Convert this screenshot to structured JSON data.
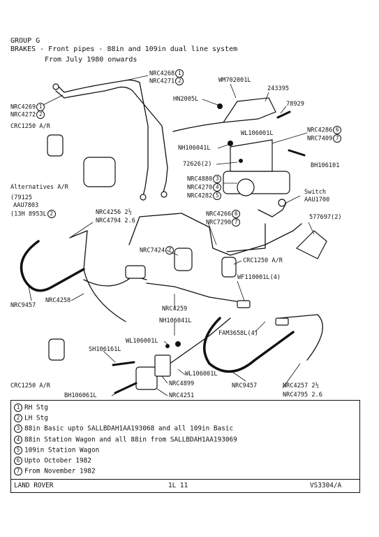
{
  "header": {
    "group": "GROUP G",
    "title": "BRAKES - Front pipes - 88in and 109in dual line system",
    "subtitle": "From July 1980 onwards"
  },
  "callouts": {
    "nrc4268": "NRC4268",
    "nrc4271": "NRC4271",
    "wm702001l": "WM702001L",
    "p243395": "243395",
    "hn2005l": "HN2005L",
    "p78929": "78929",
    "nrc4269": "NRC4269",
    "nrc4272": "NRC4272",
    "crc1250_top": "CRC1250 A/R",
    "wl106001l_top": "WL106001L",
    "nrc4286": "NRC4286",
    "nrc7409": "NRC7409",
    "nh106041l_top": "NH106041L",
    "p72626": "72626(2)",
    "bh106101": "BH106101",
    "nrc4880": "NRC4880",
    "nrc4270": "NRC4270",
    "nrc4282": "NRC4282",
    "switch": "Switch",
    "aau1700": "AAU1700",
    "alternatives": "Alternatives A/R",
    "p79125": "(79125",
    "aau7803": "AAU7803",
    "p13h": "(13H 8953L",
    "nrc4256": "NRC4256 2½",
    "nrc4794": "NRC4794 2.6",
    "nrc4266": "NRC4266",
    "nrc7290": "NRC7290",
    "p577697": "577697(2)",
    "nrc7424": "NRC7424",
    "crc1250_mid": "CRC1250 A/R",
    "wf110001l": "WF110001L(4)",
    "nrc9457_left": "NRC9457",
    "nrc4258": "NRC4258",
    "nrc4259": "NRC4259",
    "nh106041l_bot": "NH106041L",
    "wl106001l_bot": "WL106001L",
    "fam3658l": "FAM3658L(4)",
    "sh106161l": "SH106161L",
    "wl106001l_bot2": "WL106001L",
    "nrc4899": "NRC4899",
    "crc1250_bot": "CRC1250 A/R",
    "nrc9457_right": "NRC9457",
    "nrc4257": "NRC4257 2½",
    "nrc4795": "NRC4795 2.6",
    "bh106061l": "BH106061L",
    "nrc4251": "NRC4251",
    "c1": "1",
    "c2": "2",
    "c3": "3",
    "c4": "4",
    "c5": "5",
    "c6": "6",
    "c7": "7"
  },
  "legend": [
    {
      "num": "1",
      "text": "RH Stg"
    },
    {
      "num": "2",
      "text": "LH Stg"
    },
    {
      "num": "3",
      "text": "88in Basic upto SALLBDAH1AA193068 and all 109in Basic"
    },
    {
      "num": "4",
      "text": "88in Station Wagon and all 88in from SALLBDAH1AA193069"
    },
    {
      "num": "5",
      "text": "109in Station Wagon"
    },
    {
      "num": "6",
      "text": "Upto October 1982"
    },
    {
      "num": "7",
      "text": "From November 1982"
    }
  ],
  "footer": {
    "left": "LAND ROVER",
    "center": "1L 11",
    "right": "VS3304/A"
  }
}
